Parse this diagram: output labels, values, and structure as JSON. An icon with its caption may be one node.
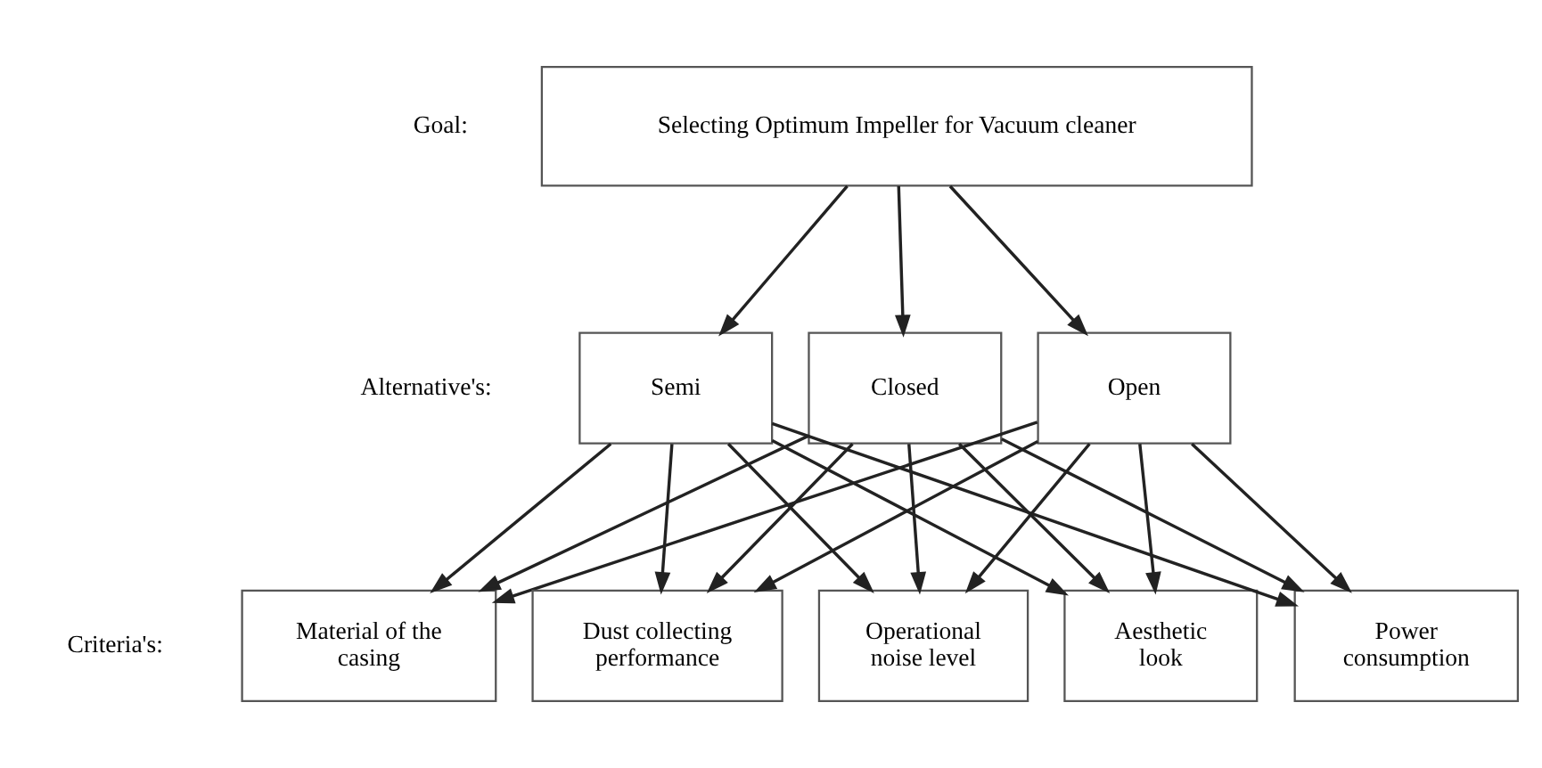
{
  "diagram": {
    "nodes": [
      {
        "text": [
          "Selecting Optimum Impeller for Vacuum cleaner"
        ]
      },
      {
        "text": [
          "Open"
        ]
      },
      {
        "text": [
          "Semi"
        ]
      },
      {
        "text": [
          "Closed"
        ]
      },
      {
        "text": [
          "Material of the casing"
        ]
      },
      {
        "text": [
          "Dust collecting performance"
        ]
      },
      {
        "text": [
          "Operational noise level"
        ]
      },
      {
        "text": [
          "Aesthetic look"
        ]
      },
      {
        "text": [
          "Power consumption"
        ]
      }
    ],
    "edges": [
      {
        "from": 0,
        "to": 1,
        "arrow": "to"
      },
      {
        "from": 0,
        "to": 2,
        "arrow": "to"
      },
      {
        "from": 0,
        "to": 3,
        "arrow": "to"
      },
      {
        "from": 1,
        "to": 4,
        "arrow": "to"
      },
      {
        "from": 1,
        "to": 5,
        "arrow": "to"
      },
      {
        "from": 1,
        "to": 6,
        "arrow": "to"
      },
      {
        "from": 1,
        "to": 7,
        "arrow": "to"
      },
      {
        "from": 1,
        "to": 8,
        "arrow": "to"
      },
      {
        "from": 2,
        "to": 4,
        "arrow": "to"
      },
      {
        "from": 2,
        "to": 5,
        "arrow": "to"
      },
      {
        "from": 2,
        "to": 6,
        "arrow": "to"
      },
      {
        "from": 2,
        "to": 7,
        "arrow": "to"
      },
      {
        "from": 2,
        "to": 8,
        "arrow": "to"
      },
      {
        "from": 3,
        "to": 4,
        "arrow": "to"
      },
      {
        "from": 3,
        "to": 5,
        "arrow": "to"
      },
      {
        "from": 3,
        "to": 6,
        "arrow": "to"
      },
      {
        "from": 3,
        "to": 7,
        "arrow": "to"
      },
      {
        "from": 3,
        "to": 8,
        "arrow": "to"
      }
    ],
    "labels": [
      "Goal:",
      "Alternative's:",
      "Criteria's:"
    ]
  }
}
